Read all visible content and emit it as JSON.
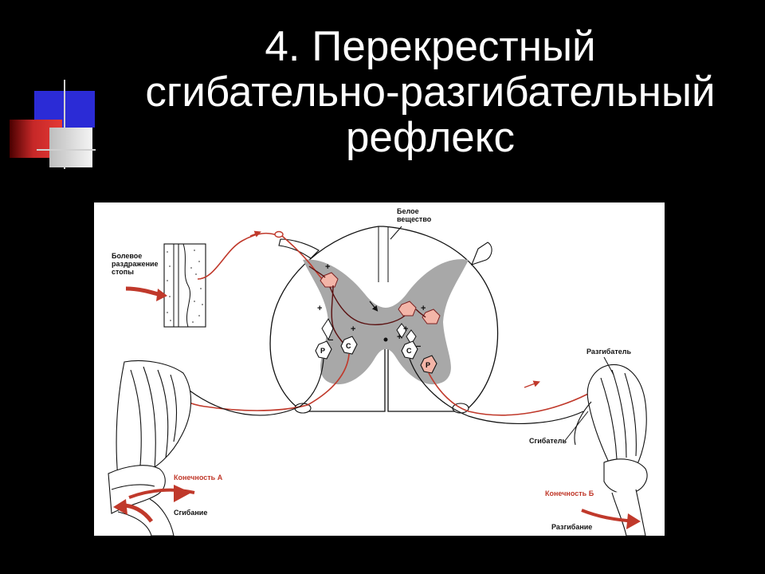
{
  "slide": {
    "title_lines": [
      "4. Перекрестный",
      "сгибательно-разгибательный",
      "рефлекс"
    ]
  },
  "diagram": {
    "labels": {
      "white_matter_1": "Белое",
      "white_matter_2": "вещество",
      "pain_1": "Болевое",
      "pain_2": "раздражение",
      "pain_3": "стопы",
      "extensor": "Разгибатель",
      "flexor": "Сгибатель",
      "limb_a": "Конечность А",
      "flexion": "Сгибание",
      "limb_b": "Конечность Б",
      "extension": "Разгибание"
    },
    "cells": {
      "p": "P",
      "c": "C"
    },
    "colors": {
      "nerve_red": "#c0392b",
      "interneuron_fill": "#f3b5a8",
      "grey_matter": "#a8a8a8",
      "slide_bg": "#000000",
      "title_text": "#ffffff",
      "accent_blue": "#2b2bd6",
      "accent_red": "#c62828"
    }
  }
}
